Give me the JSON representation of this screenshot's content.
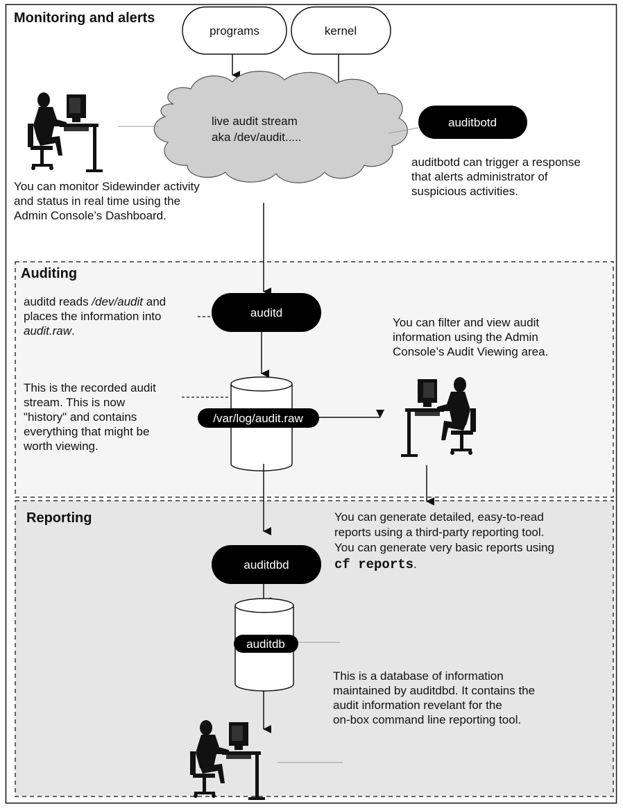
{
  "sections": {
    "monitoring": "Monitoring and alerts",
    "auditing": "Auditing",
    "reporting": "Reporting"
  },
  "nodes": {
    "programs": "programs",
    "kernel": "kernel",
    "stream_line1": "live audit stream",
    "stream_line2": "aka /dev/audit.....",
    "auditbotd": "auditbotd",
    "auditd": "auditd",
    "auditraw": "/var/log/audit.raw",
    "auditdbd": "auditdbd",
    "auditdb": "auditdb"
  },
  "notes": {
    "monitor": [
      "You can monitor Sidewinder activity",
      "and status in real time using the",
      "Admin Console’s Dashboard."
    ],
    "auditbotd": [
      "auditbotd can trigger a response",
      "that alerts administrator of",
      "suspicious activities."
    ],
    "auditd_pre": "auditd reads ",
    "auditd_path": "/dev/audit",
    "auditd_post": " and",
    "auditd_line2": "places the information into",
    "auditd_file": "audit.raw",
    "auditd_end": ".",
    "recorded": [
      "This is the recorded audit",
      "stream. This is now",
      "\"history\" and contains",
      "everything that might be",
      "worth viewing."
    ],
    "viewing": [
      "You can filter and view audit",
      "information using the Admin",
      "Console’s Audit Viewing area."
    ],
    "reports_lines": [
      "You can generate detailed, easy-to-read",
      "reports using a third-party reporting tool.",
      "You can generate very basic reports using"
    ],
    "reports_cmd": "cf reports",
    "reports_end": ".",
    "database": [
      "This is a database of information",
      "maintained by auditdbd. It contains the",
      "audit information revelant for the",
      "on-box command line reporting tool."
    ]
  }
}
